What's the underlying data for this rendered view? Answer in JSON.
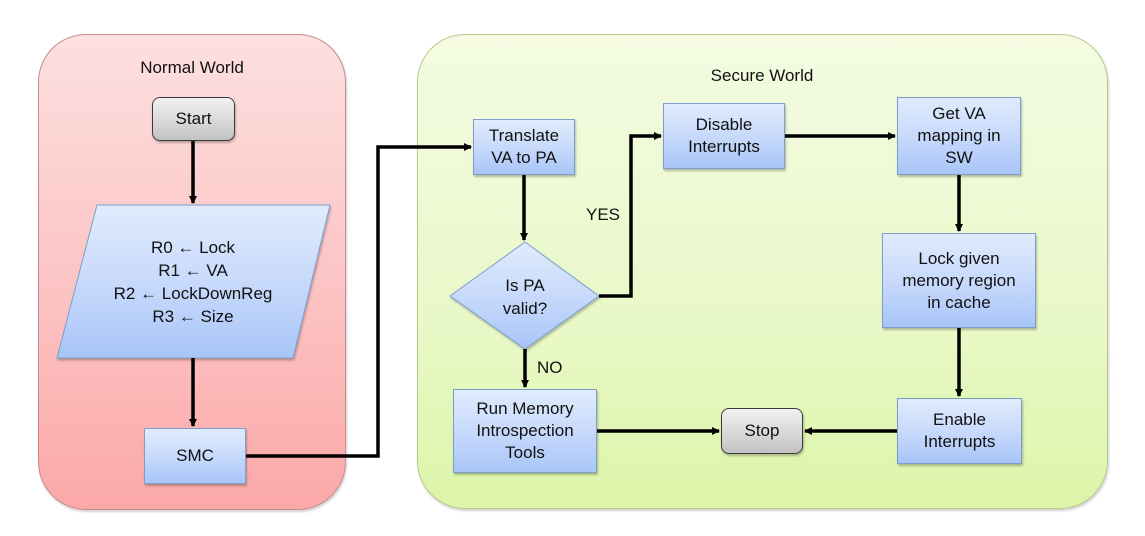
{
  "regions": {
    "normal_world": {
      "title": "Normal World"
    },
    "secure_world": {
      "title": "Secure World"
    }
  },
  "nodes": {
    "start": {
      "label": "Start",
      "shape": "terminal"
    },
    "registers": {
      "label": "R0 ← Lock\nR1 ← VA\nR2 ← LockDownReg\nR3 ← Size",
      "shape": "parallelogram"
    },
    "smc": {
      "label": "SMC",
      "shape": "process"
    },
    "translate": {
      "label": "Translate\nVA to PA",
      "shape": "process"
    },
    "is_pa_valid": {
      "label": "Is PA\nvalid?",
      "shape": "decision"
    },
    "run_memory": {
      "label": "Run Memory\nIntrospection\nTools",
      "shape": "process"
    },
    "disable_interrupts": {
      "label": "Disable\nInterrupts",
      "shape": "process"
    },
    "get_va_mapping": {
      "label": "Get VA\nmapping in\nSW",
      "shape": "process"
    },
    "lock_memory": {
      "label": "Lock given\nmemory region\nin cache",
      "shape": "process"
    },
    "enable_interrupts": {
      "label": "Enable\nInterrupts",
      "shape": "process"
    },
    "stop": {
      "label": "Stop",
      "shape": "terminal"
    }
  },
  "edges": [
    {
      "from": "start",
      "to": "registers",
      "label": ""
    },
    {
      "from": "registers",
      "to": "smc",
      "label": ""
    },
    {
      "from": "smc",
      "to": "translate",
      "label": ""
    },
    {
      "from": "translate",
      "to": "is_pa_valid",
      "label": ""
    },
    {
      "from": "is_pa_valid",
      "to": "disable_interrupts",
      "label": "YES"
    },
    {
      "from": "is_pa_valid",
      "to": "run_memory",
      "label": "NO"
    },
    {
      "from": "disable_interrupts",
      "to": "get_va_mapping",
      "label": ""
    },
    {
      "from": "get_va_mapping",
      "to": "lock_memory",
      "label": ""
    },
    {
      "from": "lock_memory",
      "to": "enable_interrupts",
      "label": ""
    },
    {
      "from": "enable_interrupts",
      "to": "stop",
      "label": ""
    },
    {
      "from": "run_memory",
      "to": "stop",
      "label": ""
    }
  ],
  "edge_labels": {
    "yes": "YES",
    "no": "NO"
  },
  "colors": {
    "normal_world": "#fcc0c0",
    "secure_world": "#e9f8c8",
    "process": "#c8dafb",
    "terminal": "#d6d6d6",
    "arrow": "#000000"
  }
}
